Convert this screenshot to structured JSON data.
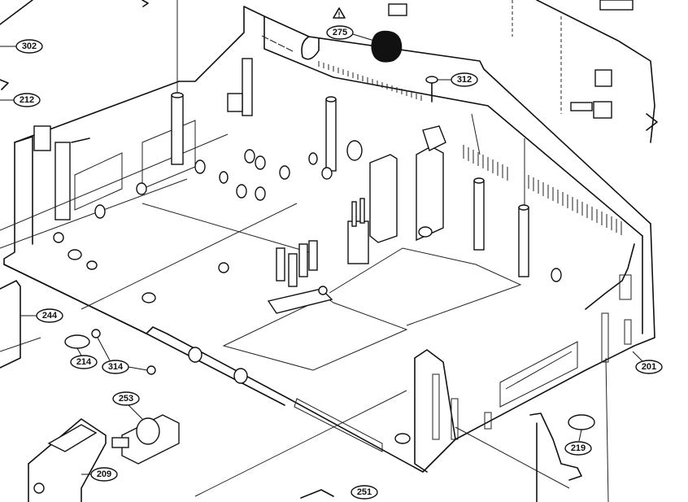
{
  "diagram": {
    "warning_symbol": "!",
    "callouts": [
      {
        "id": "c302",
        "label": "302"
      },
      {
        "id": "c212",
        "label": "212"
      },
      {
        "id": "c275",
        "label": "275"
      },
      {
        "id": "c312",
        "label": "312"
      },
      {
        "id": "c244",
        "label": "244"
      },
      {
        "id": "c214",
        "label": "214"
      },
      {
        "id": "c314",
        "label": "314"
      },
      {
        "id": "c253",
        "label": "253"
      },
      {
        "id": "c209",
        "label": "209"
      },
      {
        "id": "c251",
        "label": "251"
      },
      {
        "id": "c201",
        "label": "201"
      },
      {
        "id": "c219",
        "label": "219"
      }
    ]
  }
}
